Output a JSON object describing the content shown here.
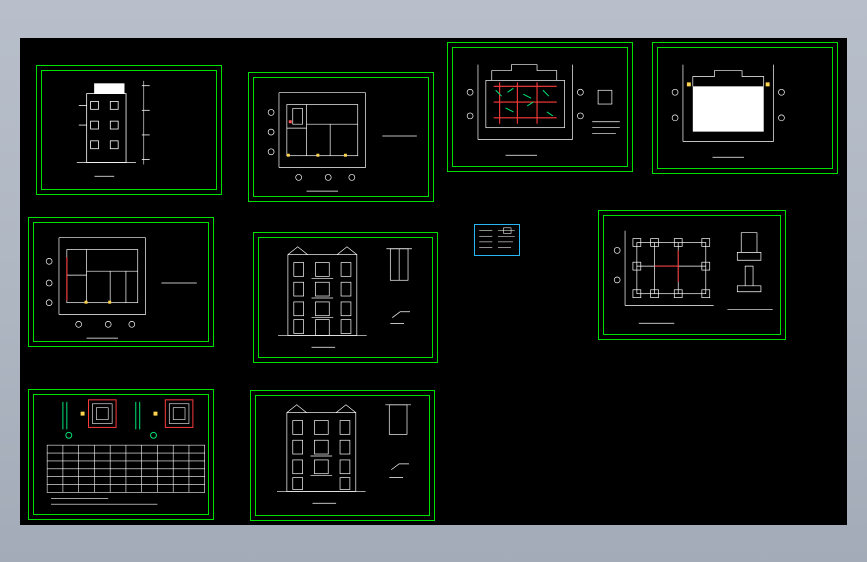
{
  "viewer": {
    "background_color": "#aeb6c2",
    "canvas_color": "#000000",
    "frame_color": "#00e000",
    "accent_color": "#29b6f6"
  },
  "sheets": [
    {
      "name": "elevation-left-sheet",
      "kind": "elevation"
    },
    {
      "name": "ground-floor-plan-sheet",
      "kind": "floor-plan"
    },
    {
      "name": "structural-plan-sheet",
      "kind": "structural-plan"
    },
    {
      "name": "roof-plan-sheet",
      "kind": "roof-plan"
    },
    {
      "name": "second-floor-plan-sheet",
      "kind": "floor-plan"
    },
    {
      "name": "front-elevation-sheet",
      "kind": "elevation"
    },
    {
      "name": "foundation-plan-sheet",
      "kind": "foundation-plan"
    },
    {
      "name": "detail-table-sheet",
      "kind": "details"
    },
    {
      "name": "rear-elevation-sheet",
      "kind": "elevation"
    }
  ],
  "legend": {
    "name": "legend-block"
  }
}
